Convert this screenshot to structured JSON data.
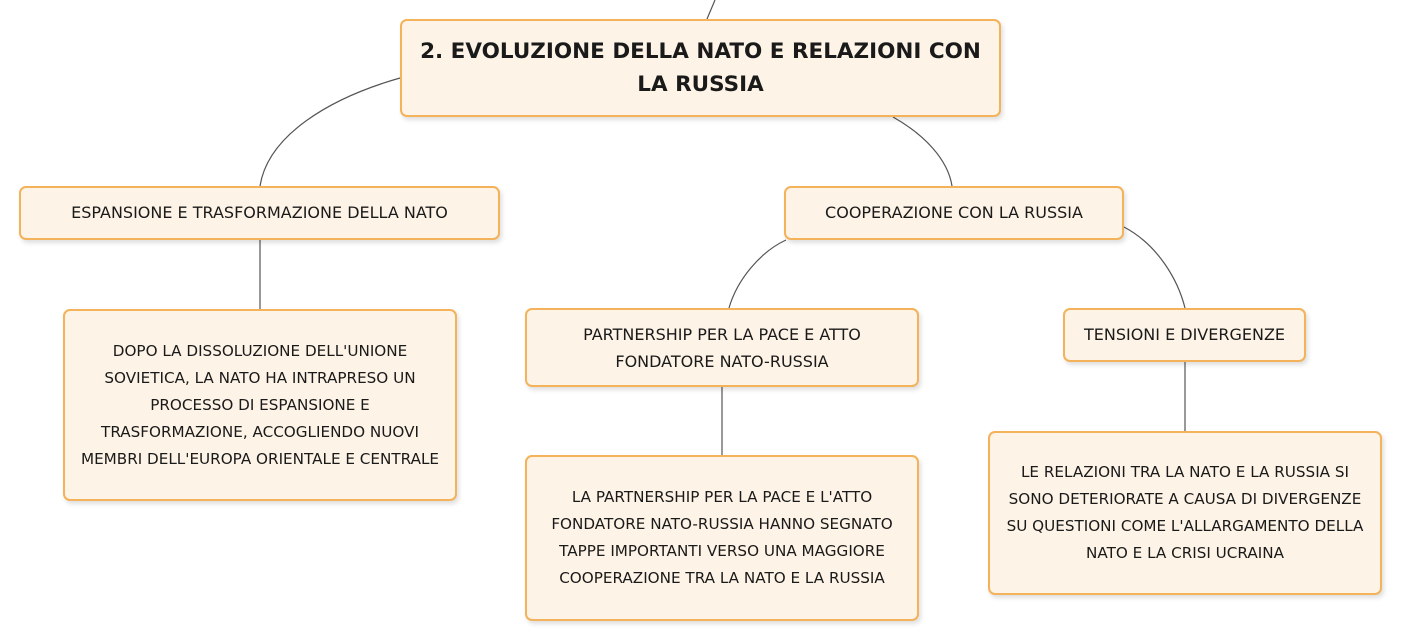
{
  "diagram": {
    "root": {
      "title": "2. EVOLUZIONE DELLA NATO E RELAZIONI CON LA RUSSIA"
    },
    "espansione": {
      "label": "ESPANSIONE E TRASFORMAZIONE DELLA NATO",
      "description": "DOPO LA DISSOLUZIONE DELL'UNIONE SOVIETICA, LA NATO HA INTRAPRESO UN PROCESSO DI ESPANSIONE E TRASFORMAZIONE, ACCOGLIENDO NUOVI MEMBRI DELL'EUROPA ORIENTALE E CENTRALE"
    },
    "cooperazione": {
      "label": "COOPERAZIONE CON LA RUSSIA",
      "partnership": {
        "label": "PARTNERSHIP PER LA PACE E ATTO FONDATORE NATO-RUSSIA",
        "description": "LA PARTNERSHIP PER LA PACE E L'ATTO FONDATORE NATO-RUSSIA HANNO SEGNATO TAPPE IMPORTANTI VERSO UNA MAGGIORE COOPERAZIONE TRA LA NATO E LA RUSSIA"
      },
      "tensioni": {
        "label": "TENSIONI E DIVERGENZE",
        "description": "LE RELAZIONI TRA LA NATO E LA RUSSIA SI SONO DETERIORATE A CAUSA DI DIVERGENZE SU QUESTIONI COME L'ALLARGAMENTO DELLA NATO E LA CRISI UCRAINA"
      }
    }
  }
}
